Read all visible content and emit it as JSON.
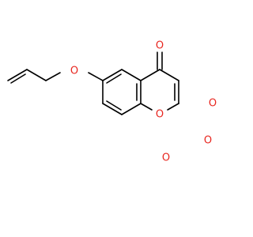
{
  "molecule": {
    "atom_labels": {
      "carbonyl_oxygen": "O",
      "ring_oxygen": "O",
      "allyloxy_oxygen": "O",
      "methoxy_3_oxygen": "O",
      "methoxy_4_oxygen": "O",
      "methoxy_5_oxygen": "O"
    },
    "colors": {
      "bond": "#000000",
      "heteroatom": "#e8261f",
      "background": "#ffffff"
    }
  }
}
